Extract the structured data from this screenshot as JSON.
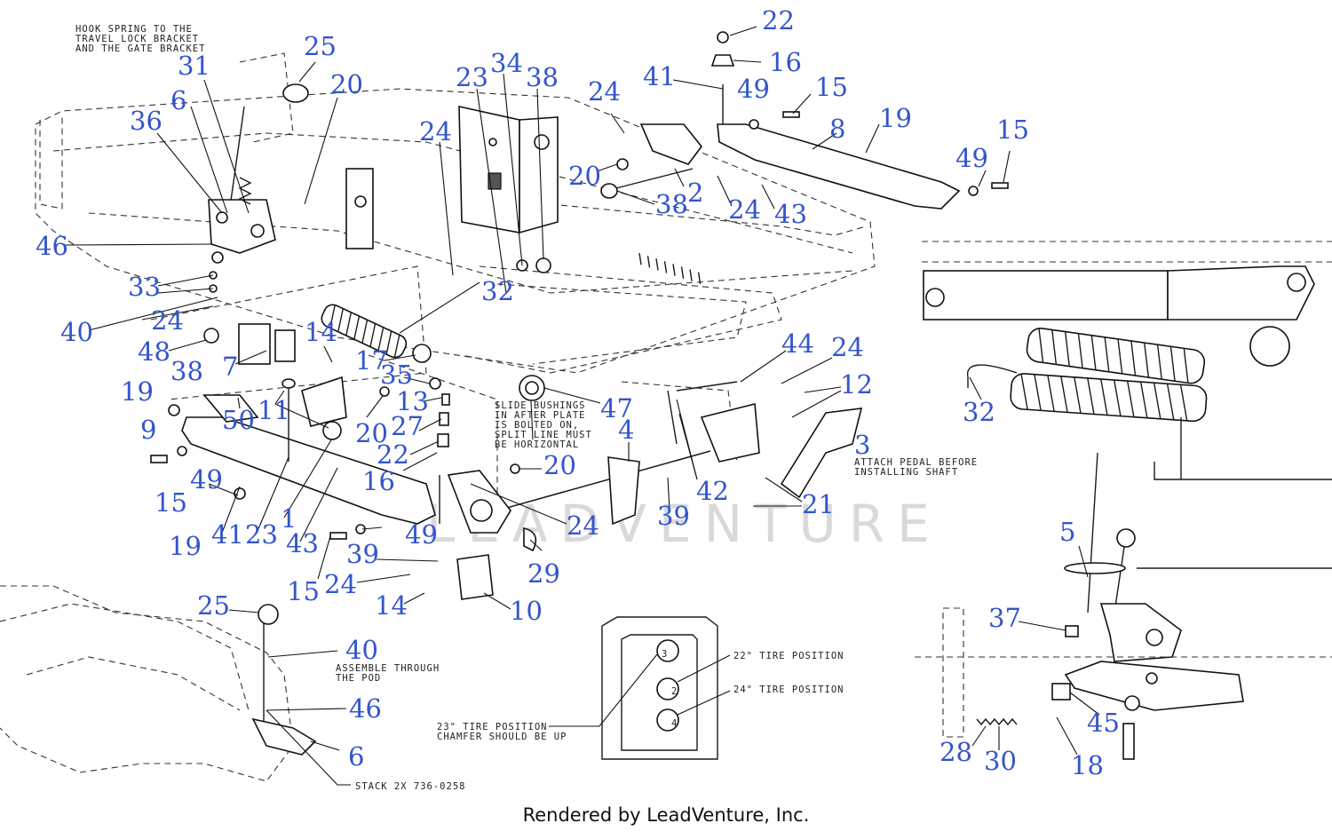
{
  "notes": {
    "hook_spring": [
      "HOOK SPRING TO THE",
      "TRAVEL LOCK BRACKET",
      "AND THE GATE BRACKET"
    ],
    "slide_bushings": [
      "SLIDE BUSHINGS",
      "IN AFTER PLATE",
      "IS BOLTED ON,",
      "SPLIT LINE MUST",
      "BE HORIZONTAL"
    ],
    "attach_pedal": [
      "ATTACH PEDAL BEFORE",
      "INSTALLING SHAFT"
    ],
    "assemble_pod": [
      "ASSEMBLE THROUGH",
      "THE POD"
    ],
    "stack": "STACK 2X 736-0258",
    "tire_22": "22\" TIRE POSITION",
    "tire_24": "24\" TIRE POSITION",
    "tire_23": [
      "23\" TIRE POSITION",
      "CHAMFER SHOULD BE UP"
    ]
  },
  "plate_digits": [
    "3",
    "2",
    "4"
  ],
  "watermark": "LEADVENTURE",
  "footer": "Rendered by LeadVenture, Inc.",
  "callouts": {
    "c22": "22",
    "c16a": "16",
    "c41a": "41",
    "c49a": "49",
    "c15a": "15",
    "c24a": "24",
    "c19a": "19",
    "c8": "8",
    "c20a": "20",
    "c38a": "38",
    "c2": "2",
    "c24b": "24",
    "c43a": "43",
    "c49b": "49",
    "c15b": "15",
    "c25a": "25",
    "c20b": "20",
    "c23a": "23",
    "c34": "34",
    "c38b": "38",
    "c31": "31",
    "c6a": "6",
    "c36": "36",
    "c24c": "24",
    "c46a": "46",
    "c33": "33",
    "c32a": "32",
    "c40a": "40",
    "c24d": "24",
    "c48": "48",
    "c38c": "38",
    "c7": "7",
    "c14a": "14",
    "c17": "17",
    "c35": "35",
    "c19b": "19",
    "c50": "50",
    "c11": "11",
    "c13": "13",
    "c27": "27",
    "c20c": "20",
    "c9": "9",
    "c22b": "22",
    "c16b": "16",
    "c49c": "49",
    "c15c": "15",
    "c19c": "19",
    "c41b": "41",
    "c23b": "23",
    "c1": "1",
    "c43b": "43",
    "c49d": "49",
    "c15d": "15",
    "c39a": "39",
    "c24e": "24",
    "c14b": "14",
    "c10": "10",
    "c29": "29",
    "c24f": "24",
    "c4": "4",
    "c20d": "20",
    "c47": "47",
    "c42": "42",
    "c39b": "39",
    "c44": "44",
    "c24g": "24",
    "c12": "12",
    "c3": "3",
    "c21": "21",
    "c32b": "32",
    "c5": "5",
    "c37": "37",
    "c45": "45",
    "c28": "28",
    "c30": "30",
    "c18": "18",
    "c25b": "25",
    "c40b": "40",
    "c46b": "46",
    "c6b": "6"
  }
}
